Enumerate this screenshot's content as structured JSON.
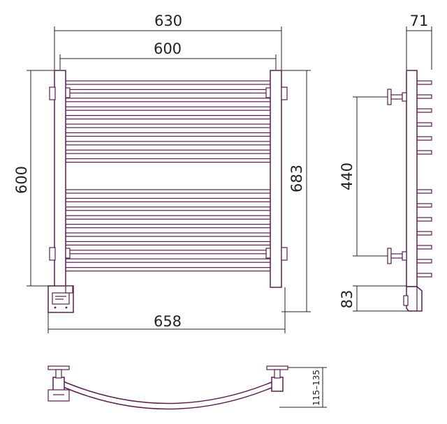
{
  "dimensions": {
    "outer_width": "630",
    "inner_width": "600",
    "left_height": "600",
    "right_height": "683",
    "bottom_width": "658",
    "side_depth": "71",
    "mount_spacing": "440",
    "heater_height": "83",
    "wall_offset": "115–135"
  },
  "colors": {
    "part_stroke": "#5c1d52",
    "dimension_stroke": "#222222",
    "background": "#ffffff"
  },
  "views": [
    "front-view",
    "side-view",
    "top-view"
  ]
}
